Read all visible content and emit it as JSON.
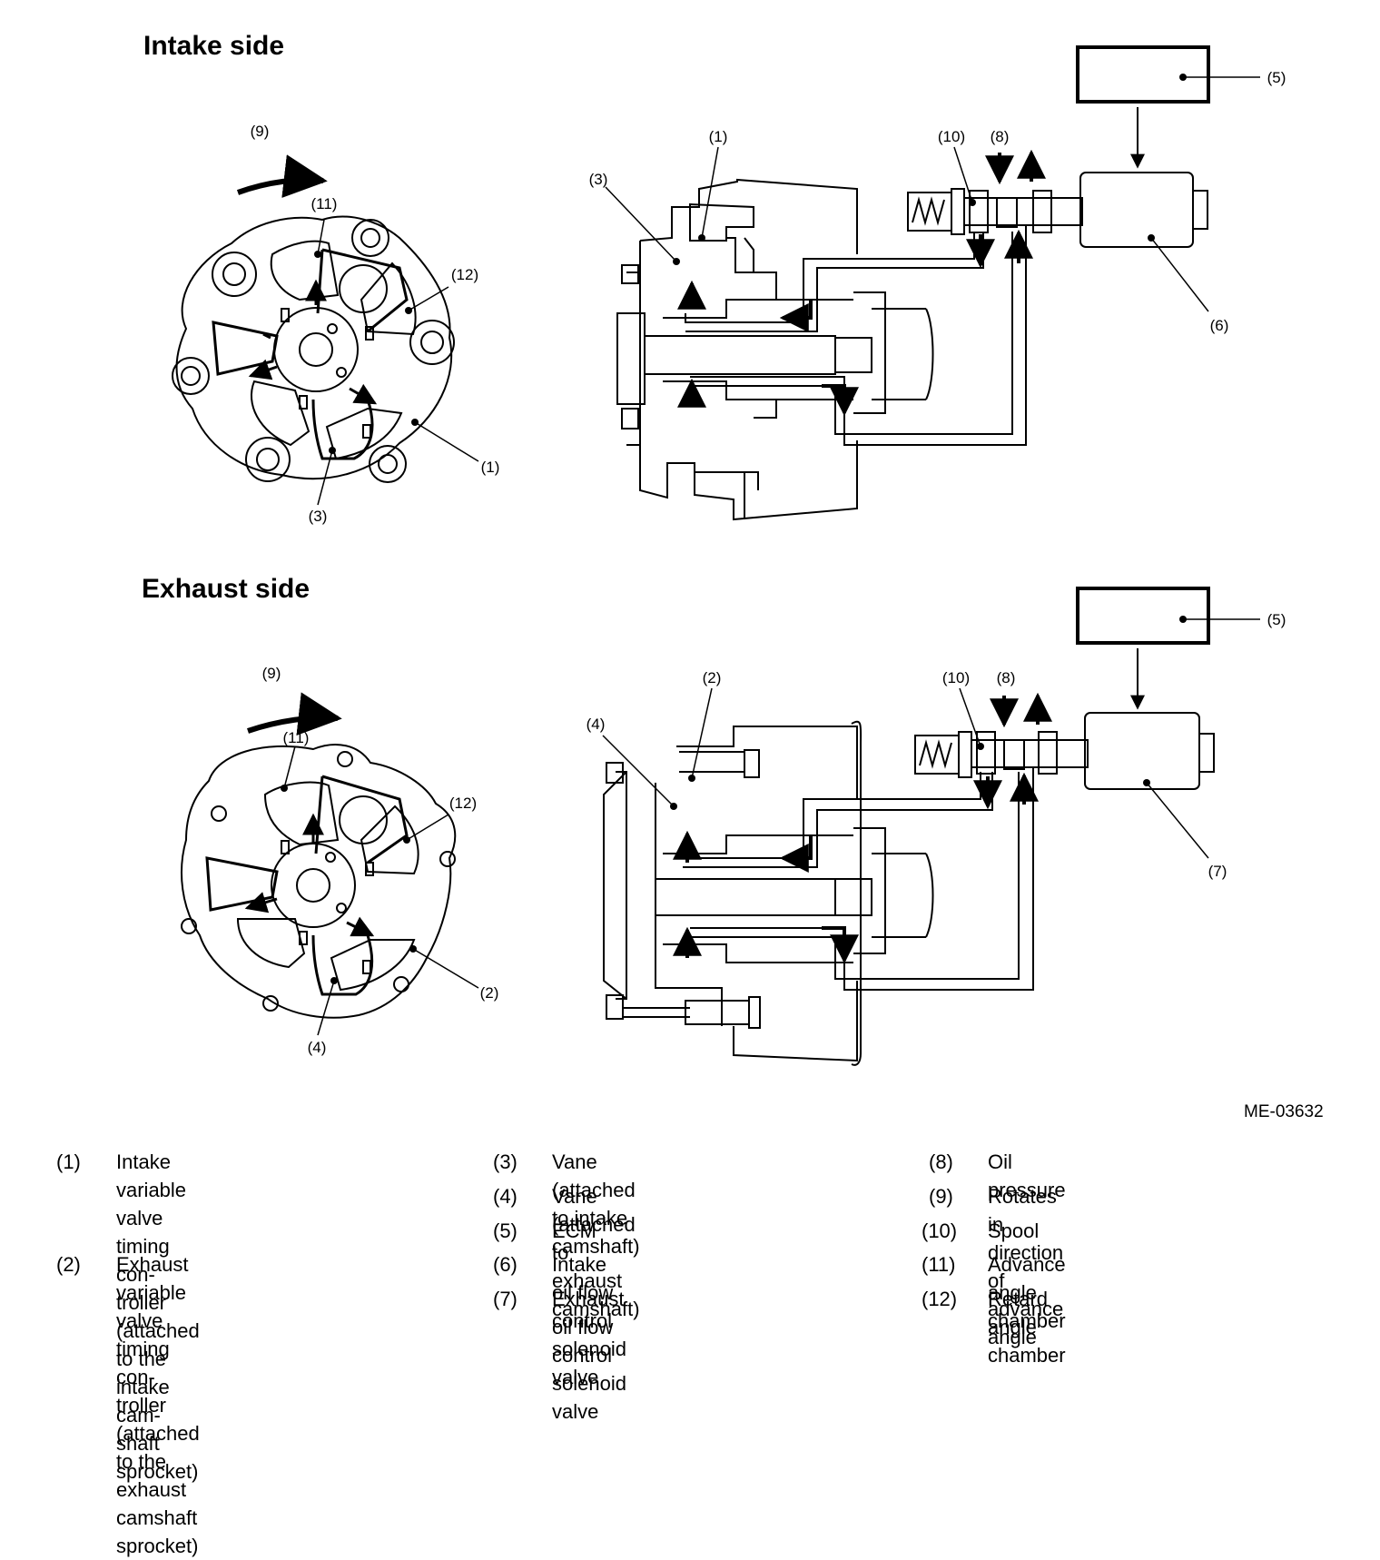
{
  "titles": {
    "intake": "Intake side",
    "exhaust": "Exhaust side"
  },
  "figure_code": "ME-03632",
  "callouts": {
    "intake_left": [
      "(9)",
      "(11)",
      "(12)",
      "(1)",
      "(3)"
    ],
    "intake_right": [
      "(1)",
      "(3)",
      "(10)",
      "(8)",
      "(5)",
      "(6)"
    ],
    "exhaust_left": [
      "(9)",
      "(11)",
      "(12)",
      "(2)",
      "(4)"
    ],
    "exhaust_right": [
      "(2)",
      "(4)",
      "(10)",
      "(8)",
      "(5)",
      "(7)"
    ]
  },
  "legend": [
    {
      "num": "(1)",
      "text": "Intake variable valve timing con-\ntroller (attached to the intake cam-\nshaft sprocket)"
    },
    {
      "num": "(2)",
      "text": "Exhaust variable valve timing con-\ntroller (attached to the exhaust\ncamshaft sprocket)"
    },
    {
      "num": "(3)",
      "text": "Vane (attached to intake camshaft)"
    },
    {
      "num": "(4)",
      "text": "Vane (attached to exhaust camshaft)"
    },
    {
      "num": "(5)",
      "text": "ECM"
    },
    {
      "num": "(6)",
      "text": "Intake oil flow control solenoid valve"
    },
    {
      "num": "(7)",
      "text": "Exhaust oil flow control solenoid\nvalve"
    },
    {
      "num": "(8)",
      "text": "Oil pressure"
    },
    {
      "num": "(9)",
      "text": "Rotates in direction of advance angle"
    },
    {
      "num": "(10)",
      "text": "Spool"
    },
    {
      "num": "(11)",
      "text": "Advance angle chamber"
    },
    {
      "num": "(12)",
      "text": "Retard angle chamber"
    }
  ]
}
